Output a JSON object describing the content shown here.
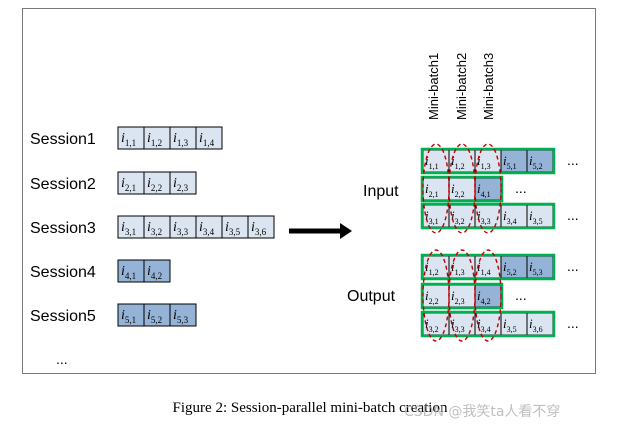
{
  "caption": "Figure 2: Session-parallel mini-batch creation",
  "watermark": "CSDN @我笑ta人看不穿",
  "colors": {
    "light_cell": "#dbe5f1",
    "dark_cell": "#95b3d7",
    "green_border": "#00b050",
    "red_dash": "#c00000"
  },
  "sessions": [
    {
      "label": "Session1",
      "items": [
        {
          "main": "i",
          "sub": "1,1",
          "shade": "light"
        },
        {
          "main": "i",
          "sub": "1,2",
          "shade": "light"
        },
        {
          "main": "i",
          "sub": "1,3",
          "shade": "light"
        },
        {
          "main": "i",
          "sub": "1,4",
          "shade": "light"
        }
      ]
    },
    {
      "label": "Session2",
      "items": [
        {
          "main": "i",
          "sub": "2,1",
          "shade": "light"
        },
        {
          "main": "i",
          "sub": "2,2",
          "shade": "light"
        },
        {
          "main": "i",
          "sub": "2,3",
          "shade": "light"
        }
      ]
    },
    {
      "label": "Session3",
      "items": [
        {
          "main": "i",
          "sub": "3,1",
          "shade": "light"
        },
        {
          "main": "i",
          "sub": "3,2",
          "shade": "light"
        },
        {
          "main": "i",
          "sub": "3,3",
          "shade": "light"
        },
        {
          "main": "i",
          "sub": "3,4",
          "shade": "light"
        },
        {
          "main": "i",
          "sub": "3,5",
          "shade": "light"
        },
        {
          "main": "i",
          "sub": "3,6",
          "shade": "light"
        }
      ]
    },
    {
      "label": "Session4",
      "items": [
        {
          "main": "i",
          "sub": "4,1",
          "shade": "dark"
        },
        {
          "main": "i",
          "sub": "4,2",
          "shade": "dark"
        }
      ]
    },
    {
      "label": "Session5",
      "items": [
        {
          "main": "i",
          "sub": "5,1",
          "shade": "dark"
        },
        {
          "main": "i",
          "sub": "5,2",
          "shade": "dark"
        },
        {
          "main": "i",
          "sub": "5,3",
          "shade": "dark"
        }
      ]
    }
  ],
  "sessions_more": "...",
  "batch_labels": [
    "Mini-batch1",
    "Mini-batch2",
    "Mini-batch3"
  ],
  "input_label": "Input",
  "output_label": "Output",
  "row_more": "...",
  "input_rows": [
    [
      {
        "sub": "1,1",
        "shade": "light"
      },
      {
        "sub": "1,2",
        "shade": "light"
      },
      {
        "sub": "1,3",
        "shade": "light"
      },
      {
        "sub": "5,1",
        "shade": "dark"
      },
      {
        "sub": "5,2",
        "shade": "dark"
      }
    ],
    [
      {
        "sub": "2,1",
        "shade": "light"
      },
      {
        "sub": "2,2",
        "shade": "light"
      },
      {
        "sub": "4,1",
        "shade": "dark"
      }
    ],
    [
      {
        "sub": "3,1",
        "shade": "light"
      },
      {
        "sub": "3,2",
        "shade": "light"
      },
      {
        "sub": "3,3",
        "shade": "light"
      },
      {
        "sub": "3,4",
        "shade": "light"
      },
      {
        "sub": "3,5",
        "shade": "light"
      }
    ]
  ],
  "output_rows": [
    [
      {
        "sub": "1,2",
        "shade": "light"
      },
      {
        "sub": "1,3",
        "shade": "light"
      },
      {
        "sub": "1,4",
        "shade": "light"
      },
      {
        "sub": "5,2",
        "shade": "dark"
      },
      {
        "sub": "5,3",
        "shade": "dark"
      }
    ],
    [
      {
        "sub": "2,2",
        "shade": "light"
      },
      {
        "sub": "2,3",
        "shade": "light"
      },
      {
        "sub": "4,2",
        "shade": "dark"
      }
    ],
    [
      {
        "sub": "3,2",
        "shade": "light"
      },
      {
        "sub": "3,3",
        "shade": "light"
      },
      {
        "sub": "3,4",
        "shade": "light"
      },
      {
        "sub": "3,5",
        "shade": "light"
      },
      {
        "sub": "3,6",
        "shade": "light"
      }
    ]
  ]
}
